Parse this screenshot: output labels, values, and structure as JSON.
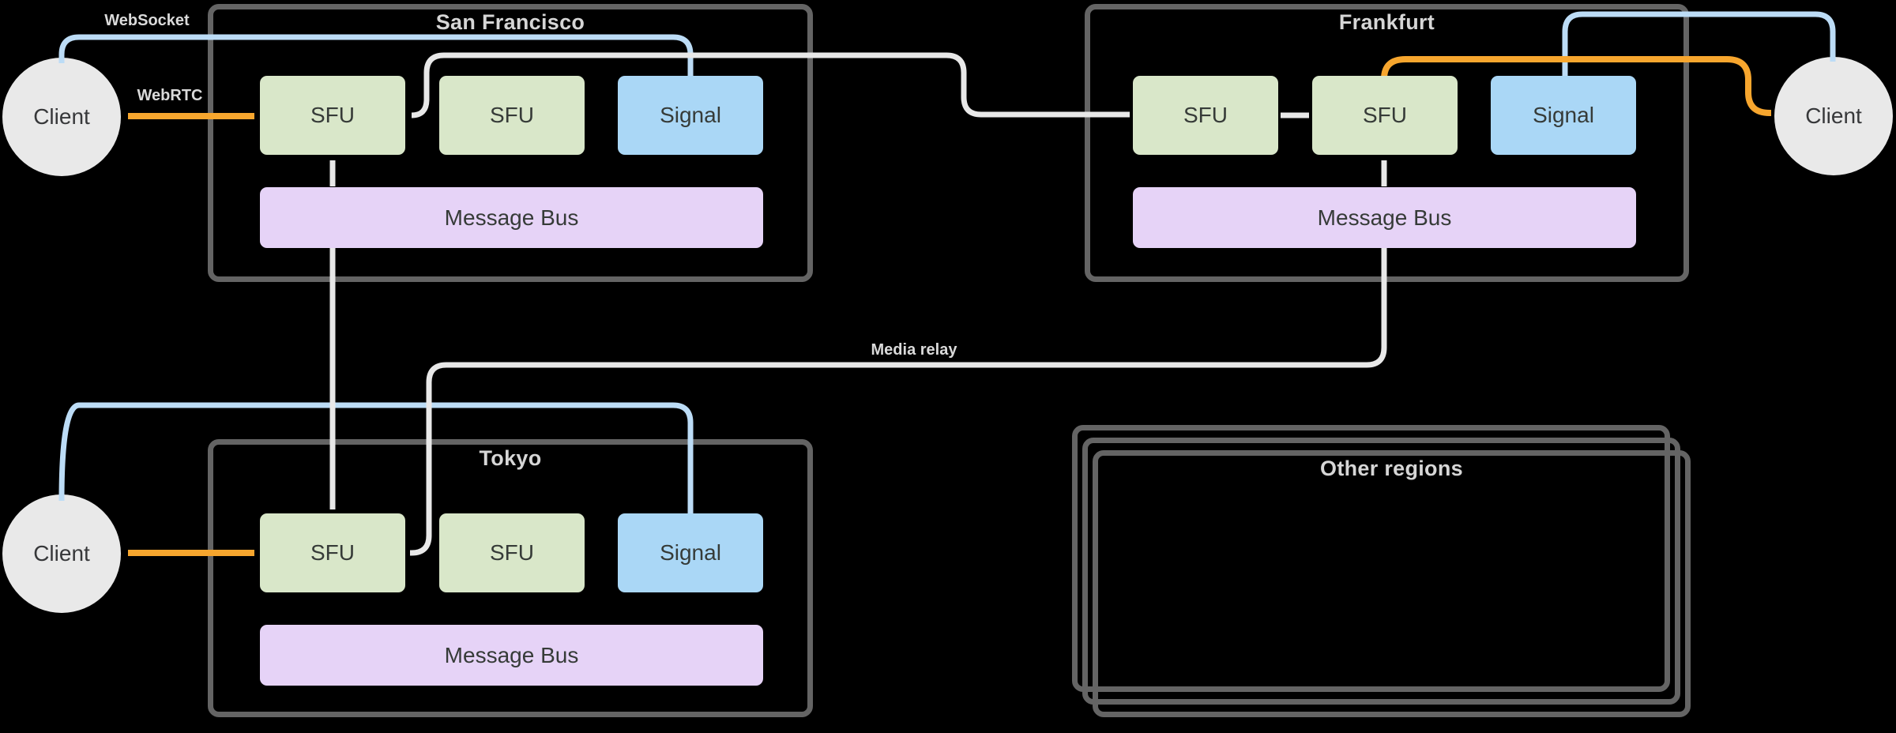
{
  "colors": {
    "background": "#000000",
    "region_border": "#646464",
    "sfu_fill": "#d9e7c9",
    "signal_fill": "#aad7f6",
    "message_bus_fill": "#e6d3f7",
    "client_fill": "#e9e9e9",
    "websocket_line": "#bcdcf6",
    "webrtc_line": "#f7a62e",
    "media_line": "#e8e8e8",
    "label_text": "#dadada",
    "node_text": "#363b38"
  },
  "edge_labels": {
    "websocket": "WebSocket",
    "webrtc": "WebRTC",
    "media_relay": "Media relay"
  },
  "clients": {
    "san_francisco": {
      "label": "Client"
    },
    "tokyo": {
      "label": "Client"
    },
    "frankfurt": {
      "label": "Client"
    }
  },
  "regions": {
    "san_francisco": {
      "title": "San Francisco",
      "sfu1": "SFU",
      "sfu2": "SFU",
      "signal": "Signal",
      "bus": "Message Bus"
    },
    "frankfurt": {
      "title": "Frankfurt",
      "sfu1": "SFU",
      "sfu2": "SFU",
      "signal": "Signal",
      "bus": "Message Bus"
    },
    "tokyo": {
      "title": "Tokyo",
      "sfu1": "SFU",
      "sfu2": "SFU",
      "signal": "Signal",
      "bus": "Message Bus"
    },
    "other": {
      "title": "Other regions"
    }
  }
}
